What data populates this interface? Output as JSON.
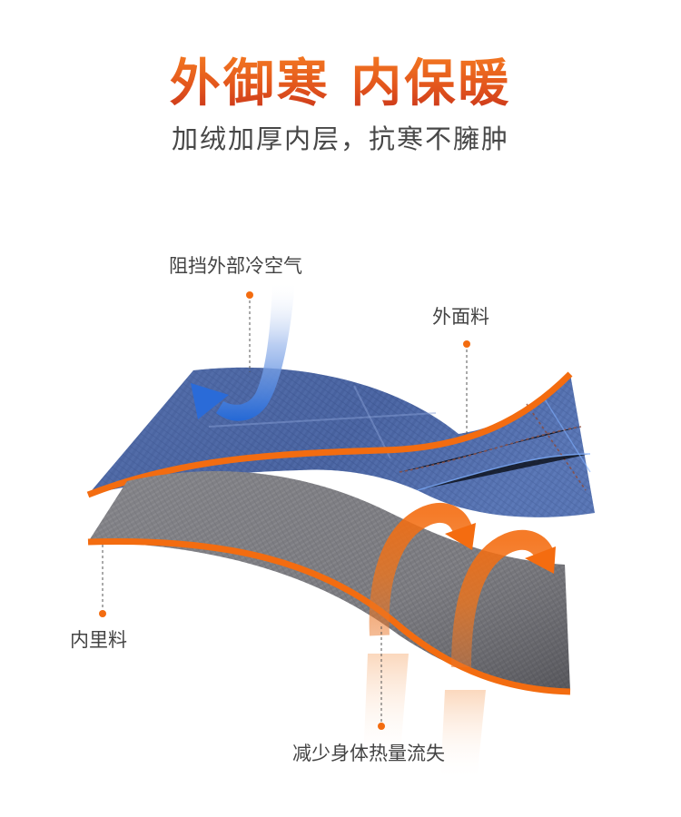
{
  "header": {
    "title": "外御寒 内保暖",
    "subtitle": "加绒加厚内层，抗寒不臃肿"
  },
  "labels": {
    "block_cold_air": "阻挡外部冷空气",
    "outer_fabric": "外面料",
    "inner_lining": "内里料",
    "reduce_heat_loss": "减少身体热量流失"
  },
  "icons": {
    "cold_air_arrow": "blue-curved-arrow-icon",
    "heat_arrows": "orange-curved-arrow-icon"
  },
  "colors": {
    "accent_orange": "#f36c10",
    "title_top": "#f47a22",
    "title_bottom": "#c4301a",
    "cold_blue": "#2a6bd8",
    "outer_fabric_blue": "#4a64a0",
    "inner_fabric_gray": "#7d7d82",
    "label_text": "#444444",
    "leader_line": "#555555"
  }
}
